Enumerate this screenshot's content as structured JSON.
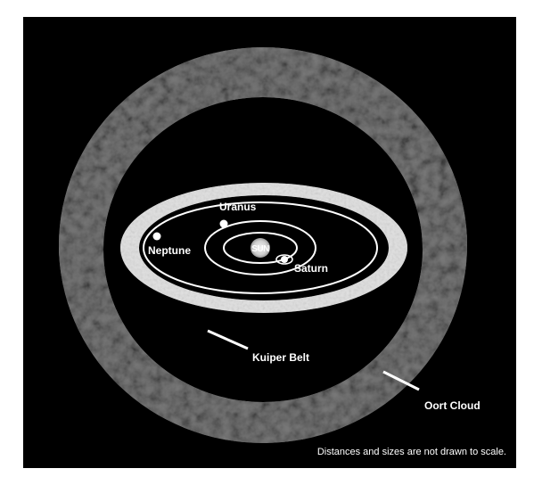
{
  "diagram": {
    "labels": {
      "sun": "SUN",
      "saturn": "Saturn",
      "uranus": "Uranus",
      "neptune": "Neptune",
      "kuiper_belt": "Kuiper Belt",
      "oort_cloud": "Oort Cloud"
    },
    "footnote": "Distances and sizes are not drawn to scale.",
    "colors": {
      "background": "#000000",
      "oort_cloud": "#6e6e6e",
      "kuiper_belt": "#dcdcdc",
      "orbits": "#ffffff",
      "text": "#ffffff"
    }
  }
}
